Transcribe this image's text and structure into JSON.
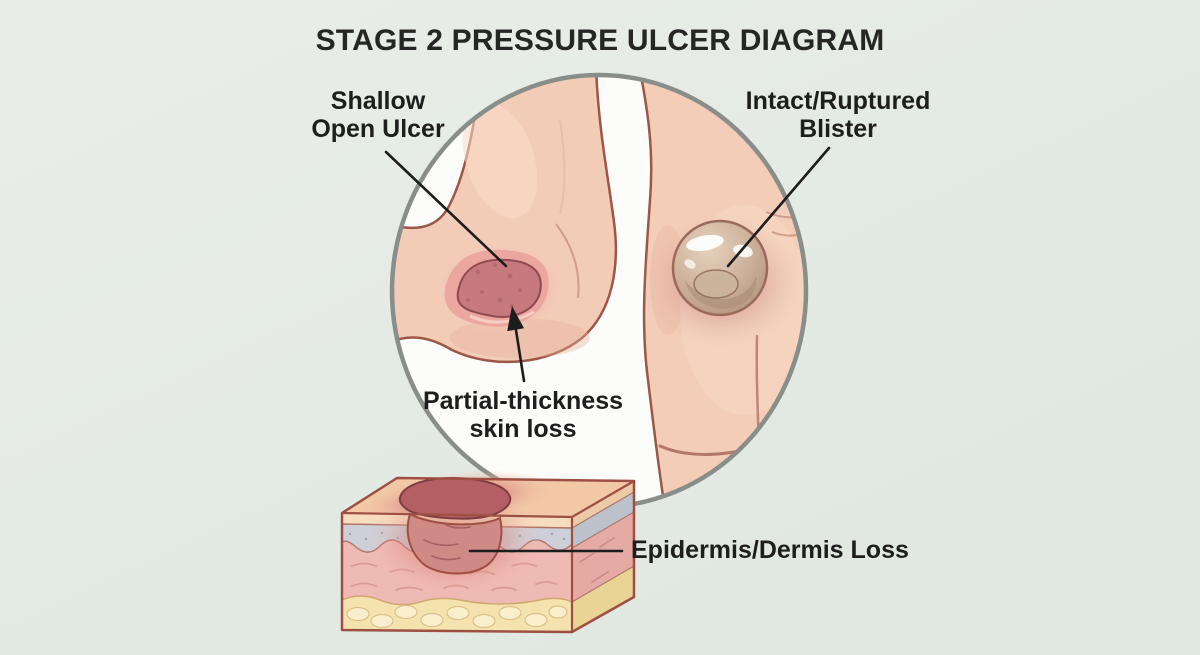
{
  "title": "STAGE 2 PRESSURE ULCER DIAGRAM",
  "diagram": {
    "magnified_view": {
      "labels": {
        "shallow_open_ulcer": "Shallow\nOpen Ulcer",
        "intact_ruptured_blister": "Intact/Ruptured\nBlister",
        "partial_thickness_skin_loss": "Partial-thickness\nskin loss"
      }
    },
    "cross_section": {
      "labels": {
        "epidermis_dermis_loss": "Epidermis/Dermis Loss"
      }
    }
  },
  "colors": {
    "background": "#e4eae4",
    "text": "#1e1e1e",
    "title_text": "#262626",
    "circle_border": "#898e8a",
    "circle_fill": "#fcfcfa",
    "skin": "#f3ccb7",
    "skin_outline": "#9c5747",
    "ulcer_wound": "#c67a7e",
    "ulcer_halo": "#f0b3ac",
    "blister_dome": "#cdb29c",
    "dermis": "#f0bab4",
    "basement_layer": "#ccd2da",
    "fat_layer": "#f4e3ae",
    "wound_crater": "#b35f63",
    "leader_line": "#1d1d1d"
  }
}
